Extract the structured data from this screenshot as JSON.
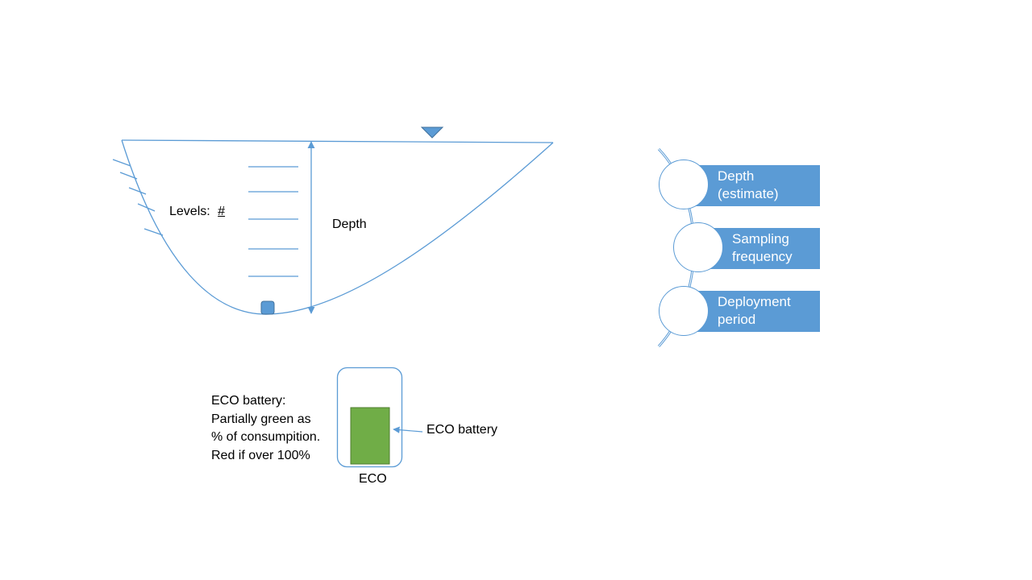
{
  "colors": {
    "line": "#5b9bd5",
    "box_fill": "#5b9bd5",
    "battery_fill": "#70ad47",
    "battery_stroke": "#507e32"
  },
  "icons": {
    "water_surface": "water-surface-triangle-icon",
    "sensor": "sensor-device-icon"
  },
  "cross_section": {
    "levels_label": "Levels:",
    "levels_value": "#",
    "depth_label": "Depth",
    "level_line_count": 5
  },
  "parameters": [
    {
      "line1": "Depth",
      "line2": "(estimate)"
    },
    {
      "line1": "Sampling",
      "line2": "frequency"
    },
    {
      "line1": "Deployment",
      "line2": "period"
    }
  ],
  "eco": {
    "note_lines": [
      "ECO battery:",
      "Partially green as",
      "% of consumpition.",
      "Red if over 100%"
    ],
    "device_label": "ECO",
    "battery_label": "ECO battery"
  }
}
